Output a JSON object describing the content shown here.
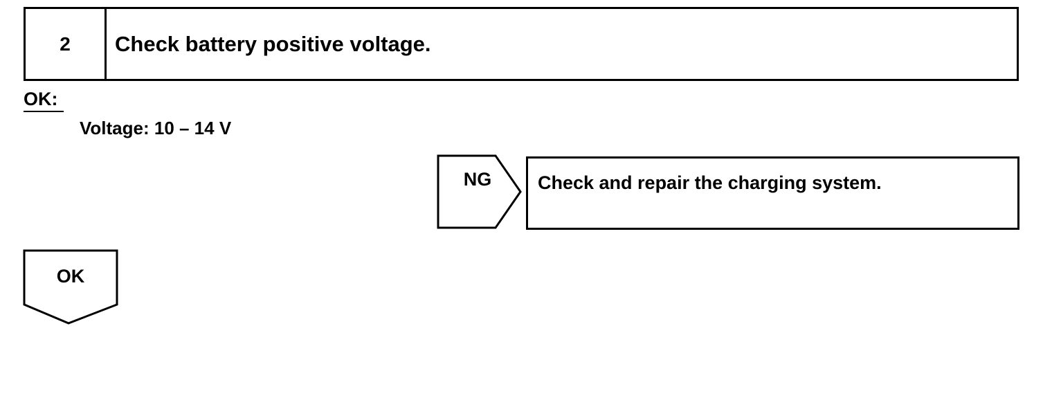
{
  "step": {
    "number": "2",
    "title": "Check battery positive voltage."
  },
  "criteria": {
    "label": "OK:",
    "spec": "Voltage: 10 – 14 V"
  },
  "ng_branch": {
    "label": "NG",
    "action": "Check and repair the charging system."
  },
  "ok_branch": {
    "label": "OK"
  }
}
